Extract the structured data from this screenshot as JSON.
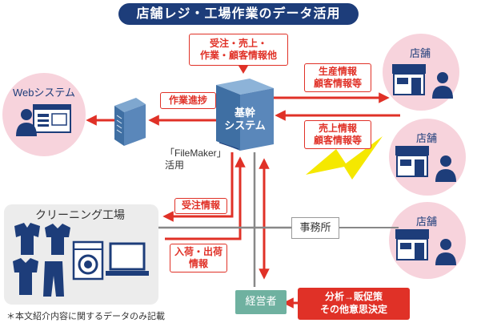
{
  "title": "店舗レジ・工場作業のデータ活用",
  "core_system": {
    "label": "基幹\nシステム"
  },
  "web_system": {
    "label": "Webシステム"
  },
  "filemaker_note": "「FileMaker」\n活用",
  "stores": [
    {
      "label": "店舗"
    },
    {
      "label": "店舗"
    },
    {
      "label": "店舗"
    }
  ],
  "factory": {
    "label": "クリーニング工場"
  },
  "office": {
    "label": "事務所"
  },
  "manager": {
    "label": "経営者"
  },
  "flows": {
    "top_data": "受注・売上・\n作業・顧客情報他",
    "work_progress": "作業進捗",
    "store_out": "生産情報\n顧客情報等",
    "store_in": "売上情報\n顧客情報等",
    "order_info": "受注情報",
    "shipping": "入荷・出荷\n情報"
  },
  "analysis": "分析→販促策\nその他意思決定",
  "footnote": "＊本文紹介内容に関するデータのみ記載",
  "colors": {
    "navy": "#1d3d7a",
    "red": "#e03127",
    "pink_circle": "#f7d3dc",
    "gray_panel": "#ececec",
    "green": "#6fb1a0",
    "yellow": "#f5e800"
  }
}
